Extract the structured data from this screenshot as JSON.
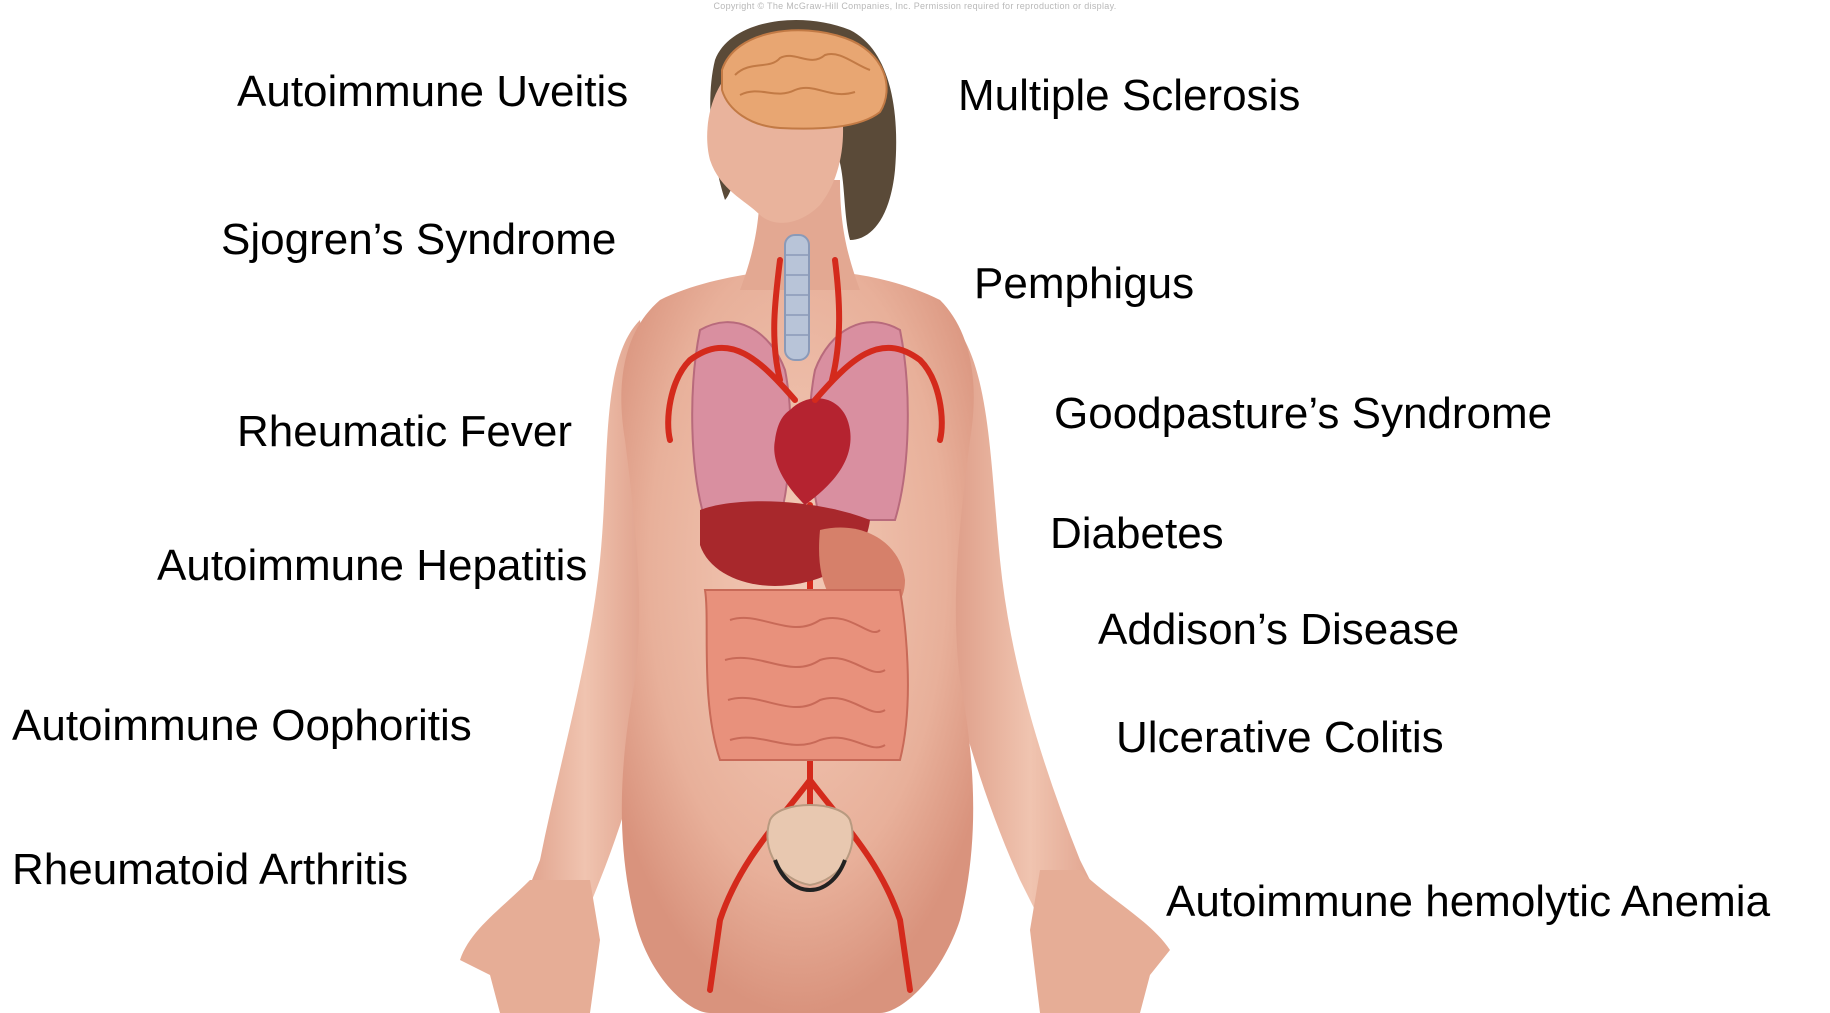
{
  "copyright": "Copyright © The McGraw-Hill Companies, Inc. Permission required for reproduction or display.",
  "labels": {
    "left": [
      "Autoimmune Uveitis",
      "Sjogren’s Syndrome",
      "Rheumatic Fever",
      "Autoimmune Hepatitis",
      "Autoimmune Oophoritis",
      "Rheumatoid Arthritis"
    ],
    "right": [
      "Multiple Sclerosis",
      "Pemphigus",
      "Goodpasture’s Syndrome",
      "Diabetes",
      "Addison’s Disease",
      "Ulcerative Colitis",
      "Autoimmune hemolytic Anemia"
    ]
  },
  "colors": {
    "background": "#ffffff",
    "label_text": "#000000",
    "skin": "#e8b7a3",
    "skin_shadow": "#d48f7a",
    "hair": "#5a4a38",
    "brain": "#e8a672",
    "lungs": "#d98fa0",
    "liver": "#a8282c",
    "intestine": "#e8917c",
    "artery": "#d42a1c",
    "trachea": "#b8c4d8",
    "bladder": "#e8c8b0"
  }
}
